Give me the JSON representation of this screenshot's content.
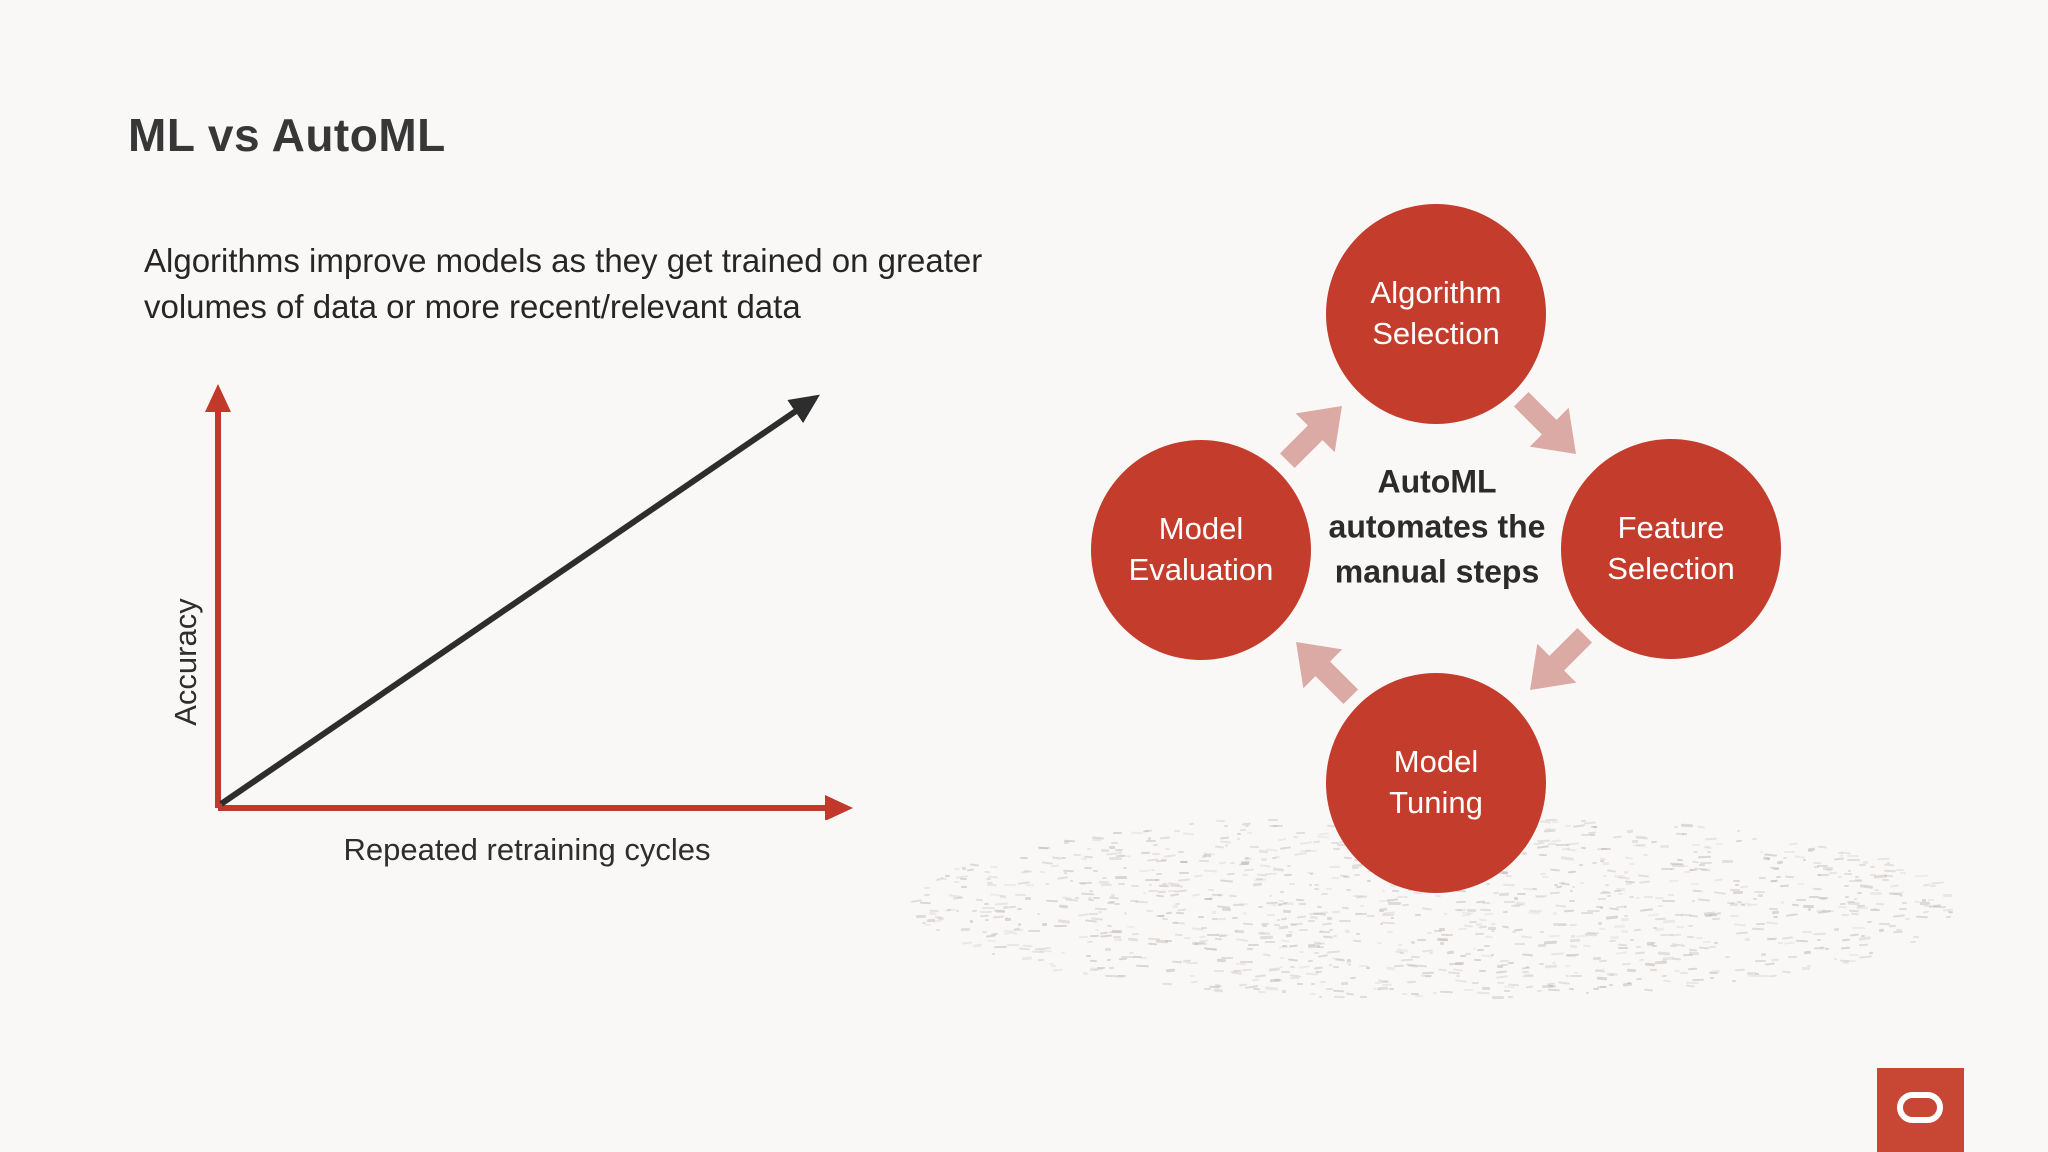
{
  "slide": {
    "title": "ML vs AutoML",
    "subtitle": "Algorithms improve models as they get trained on greater volumes of data or more recent/relevant data"
  },
  "ml_chart": {
    "y_axis_label": "Accuracy",
    "x_axis_label": "Repeated retraining cycles"
  },
  "chart_data": {
    "type": "line",
    "xlabel": "Repeated retraining cycles",
    "ylabel": "Accuracy",
    "series": [
      {
        "name": "accuracy-trend",
        "x": [
          0,
          1
        ],
        "y": [
          0,
          1
        ]
      }
    ],
    "axis_ranges": {
      "x": [
        0,
        1
      ],
      "y": [
        0,
        1
      ]
    },
    "grid": false,
    "legend": false,
    "notes": "conceptual sketch: straight rising arrow from origin; red axes with arrowheads"
  },
  "automl_cycle": {
    "center_lines": [
      "AutoML",
      "automates the",
      "manual steps"
    ],
    "steps": [
      {
        "id": "algorithm-selection",
        "lines": [
          "Algorithm",
          "Selection"
        ]
      },
      {
        "id": "feature-selection",
        "lines": [
          "Feature",
          "Selection"
        ]
      },
      {
        "id": "model-tuning",
        "lines": [
          "Model",
          "Tuning"
        ]
      },
      {
        "id": "model-evaluation",
        "lines": [
          "Model",
          "Evaluation"
        ]
      }
    ],
    "flow": "clockwise"
  },
  "branding": {
    "logo_icon": "oracle-o-icon"
  },
  "colors": {
    "background": "#faf8f7",
    "title_text": "#373737",
    "body_text": "#262626",
    "circle_red": "#c43d2c",
    "axis_red": "#c0392b",
    "trend_line": "#2d2d2d",
    "arrow_pink": "#dcaaa5",
    "logo_red": "#c74634",
    "texture_gray": "#b9b4b1"
  }
}
